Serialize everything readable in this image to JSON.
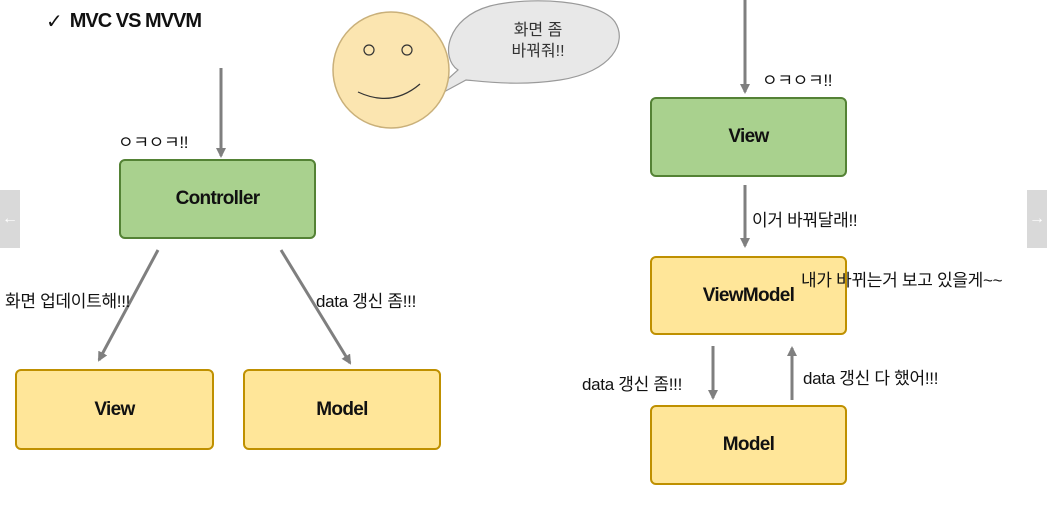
{
  "title": {
    "check": "✓",
    "text": "MVC VS MVVM"
  },
  "bubble": {
    "line1": "화면 좀",
    "line2": "바꿔줘!!"
  },
  "mvc": {
    "input_label": "ㅇㅋㅇㅋ!!",
    "controller": "Controller",
    "view": "View",
    "model": "Model",
    "to_view_label": "화면 업데이트해!!!",
    "to_model_label": "data 갱신 좀!!!"
  },
  "mvvm": {
    "input_label": "ㅇㅋㅇㅋ!!",
    "view": "View",
    "view_to_vm_label": "이거 바꿔달래!!",
    "viewmodel": "ViewModel",
    "observe_label": "내가 바뀌는거 보고 있을게~~",
    "to_model_label": "data 갱신 좀!!!",
    "from_model_label": "data 갱신 다 했어!!!",
    "model": "Model"
  },
  "nav": {
    "prev_icon": "arrow-left-icon",
    "next_icon": "arrow-right-icon"
  },
  "colors": {
    "controller_fill": "#a9d18e",
    "controller_border": "#548235",
    "box_fill": "#ffe699",
    "box_border": "#bf9000",
    "arrow": "#7f7f7f",
    "face": "#fbe5b0",
    "bubble": "#e8e8e8"
  }
}
